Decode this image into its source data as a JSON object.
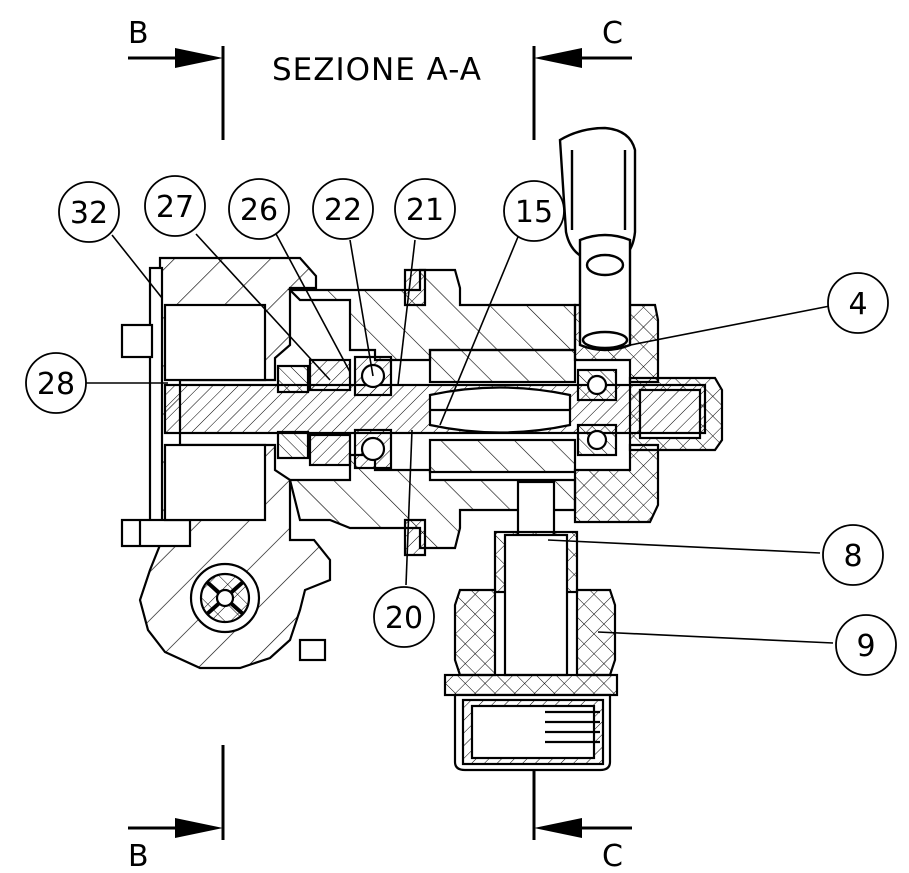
{
  "title": "SEZIONE A-A",
  "section_letters": {
    "top_left": "B",
    "top_right": "C",
    "bottom_left": "B",
    "bottom_right": "C"
  },
  "balloons": {
    "b32": "32",
    "b27": "27",
    "b26": "26",
    "b22": "22",
    "b21": "21",
    "b15": "15",
    "b4": "4",
    "b28": "28",
    "b20": "20",
    "b8": "8",
    "b9": "9"
  }
}
